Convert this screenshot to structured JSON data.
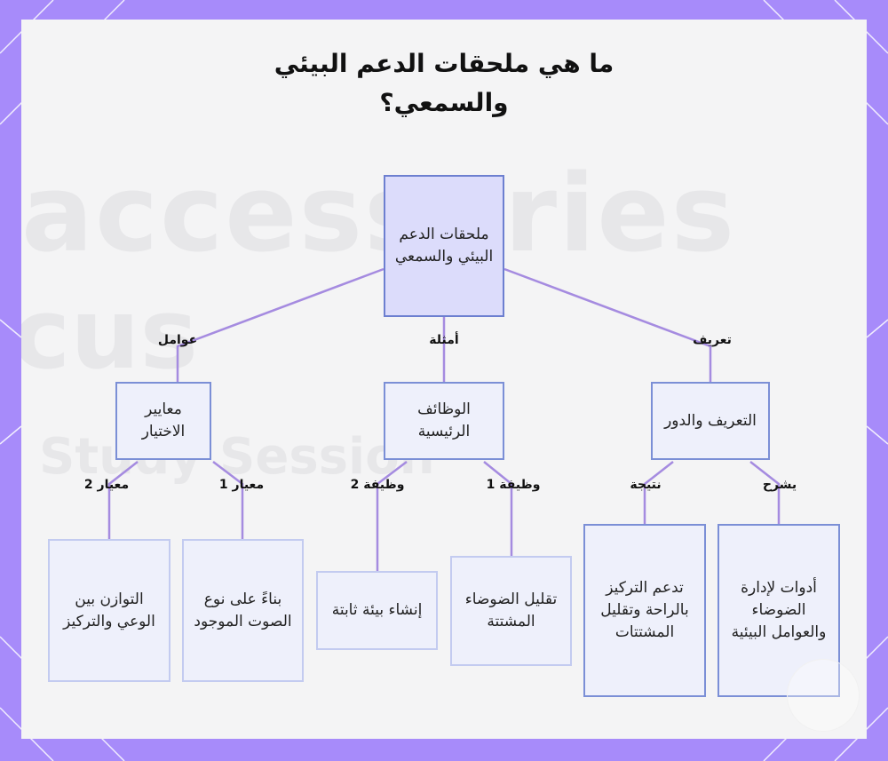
{
  "title": {
    "line1": "ما هي ملحقات الدعم البيئي",
    "line2": "والسمعي؟"
  },
  "watermark": {
    "line1": "accessories",
    "line2": "cus",
    "line3": "Study Session"
  },
  "nodes": {
    "root": "ملحقات الدعم البيئي والسمعي",
    "factors": "معايير الاختيار",
    "functions": "الوظائف الرئيسية",
    "definition": "التعريف والدور",
    "balance": "التوازن بين الوعي والتركيز",
    "sound_type": "بناءً على نوع الصوت الموجود",
    "stable_env": "إنشاء بيئة ثابتة",
    "reduce_noise": "تقليل الضوضاء المشتتة",
    "support_focus": "تدعم التركيز بالراحة وتقليل المشتتات",
    "tools": "أدوات لإدارة الضوضاء والعوامل البيئية"
  },
  "edge_labels": {
    "factors": "عوامل",
    "examples": "أمثلة",
    "definition": "تعريف",
    "criterion2": "معيار 2",
    "criterion1": "معيار 1",
    "function2": "وظيفة 2",
    "function1": "وظيفة 1",
    "result": "نتيجة",
    "explains": "يشرح"
  },
  "colors": {
    "frame": "#a78bfa",
    "edge": "#a58be0",
    "node_border": "#7b8fd6",
    "node_fill": "#eef0fb"
  }
}
